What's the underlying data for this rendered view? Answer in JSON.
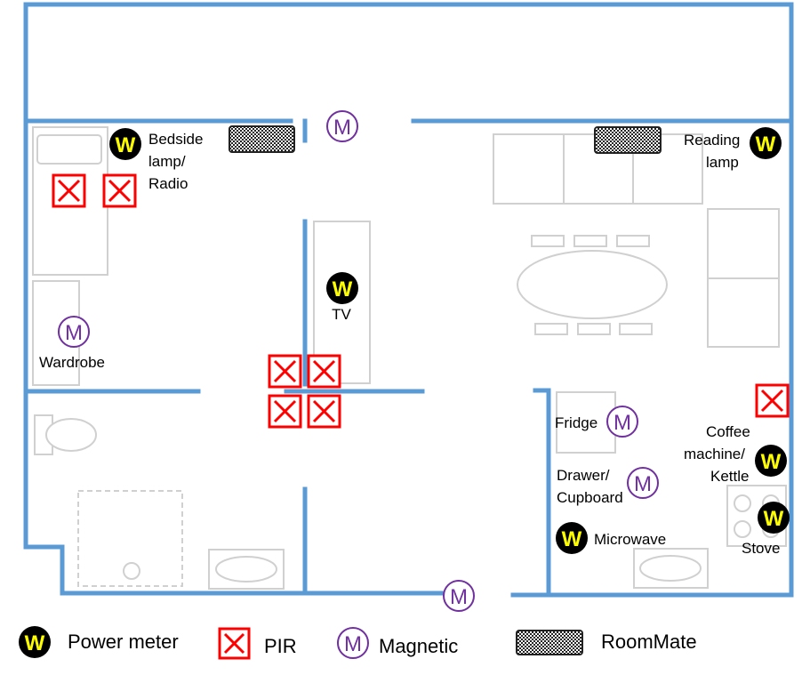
{
  "colors": {
    "wall": "#5b9bd5",
    "furniture": "#d0d0d0",
    "magnetic": "#7030a0",
    "pir": "#ff0000",
    "power_meter_bg": "#000000",
    "power_meter_fg": "#ffff00",
    "roommate": "#333333"
  },
  "icons": {
    "power_meter": "W",
    "magnetic": "M",
    "pir": "crossed-box",
    "roommate": "checkered-bar"
  },
  "labels": {
    "bedside_l1": "Bedside",
    "bedside_l2": "lamp/",
    "bedside_l3": "Radio",
    "reading_l1": "Reading",
    "reading_l2": "lamp",
    "tv": "TV",
    "wardrobe": "Wardrobe",
    "fridge": "Fridge",
    "coffee_l1": "Coffee",
    "coffee_l2": "machine/",
    "coffee_l3": "Kettle",
    "drawer_l1": "Drawer/",
    "drawer_l2": "Cupboard",
    "microwave": "Microwave",
    "stove": "Stove"
  },
  "legend": {
    "power_meter": "Power meter",
    "pir": "PIR",
    "magnetic": "Magnetic",
    "roommate": "RoomMate"
  }
}
